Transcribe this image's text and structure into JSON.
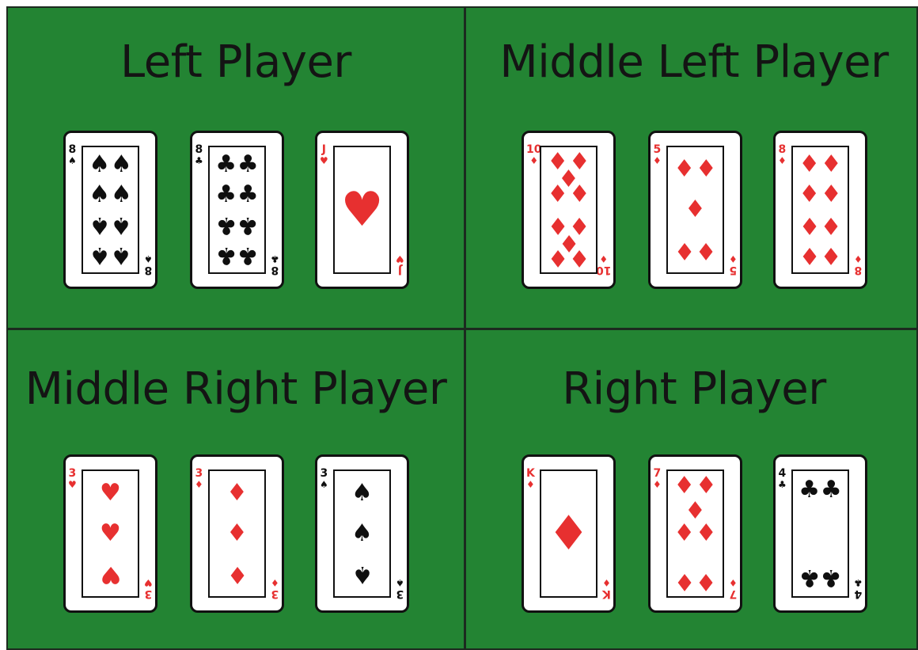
{
  "colors": {
    "felt": "#238433",
    "red_suit": "#e73030",
    "black_suit": "#0f0f0f"
  },
  "players": [
    {
      "name": "Left Player",
      "cards": [
        {
          "rank": "8",
          "suit": "spades"
        },
        {
          "rank": "8",
          "suit": "clubs"
        },
        {
          "rank": "J",
          "suit": "hearts"
        }
      ]
    },
    {
      "name": "Middle Left Player",
      "cards": [
        {
          "rank": "10",
          "suit": "diamonds"
        },
        {
          "rank": "5",
          "suit": "diamonds"
        },
        {
          "rank": "8",
          "suit": "diamonds"
        }
      ]
    },
    {
      "name": "Middle Right Player",
      "cards": [
        {
          "rank": "3",
          "suit": "hearts"
        },
        {
          "rank": "3",
          "suit": "diamonds"
        },
        {
          "rank": "3",
          "suit": "spades"
        }
      ]
    },
    {
      "name": "Right Player",
      "cards": [
        {
          "rank": "K",
          "suit": "diamonds"
        },
        {
          "rank": "7",
          "suit": "diamonds"
        },
        {
          "rank": "4",
          "suit": "clubs"
        }
      ]
    }
  ]
}
